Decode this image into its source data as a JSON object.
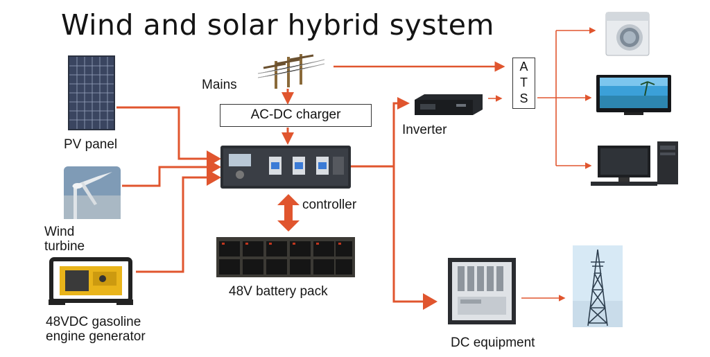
{
  "title": "Wind and solar hybrid system",
  "labels": {
    "mains": "Mains",
    "charger": "AC-DC charger",
    "pv_panel": "PV panel",
    "wind_line1": "Wind",
    "wind_line2": "turbine",
    "generator_line1": "48VDC gasoline",
    "generator_line2": "engine generator",
    "controller": "controller",
    "battery": "48V battery pack",
    "inverter": "Inverter",
    "ats": [
      "A",
      "T",
      "S"
    ],
    "dc_equipment": "DC equipment"
  },
  "colors": {
    "arrow": "#e0552e",
    "text": "#161616",
    "box_border": "#333333"
  },
  "icons": [
    "solar-panel-icon",
    "wind-turbine-icon",
    "generator-icon",
    "power-pole-icon",
    "controller-unit-icon",
    "battery-pack-icon",
    "inverter-unit-icon",
    "washing-machine-icon",
    "tv-icon",
    "desktop-computer-icon",
    "dc-cabinet-icon",
    "telecom-tower-icon"
  ]
}
